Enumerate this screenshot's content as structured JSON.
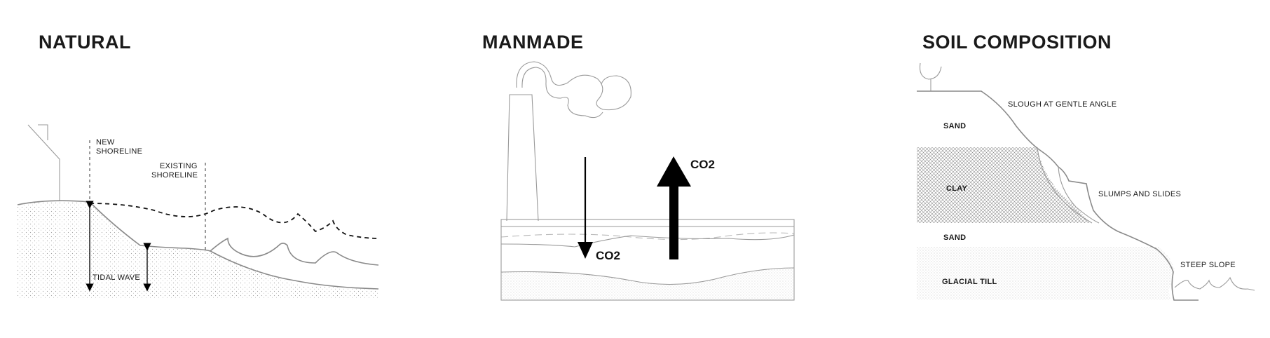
{
  "panels": {
    "natural": {
      "title": "NATURAL",
      "label_new_line1": "NEW",
      "label_new_line2": "SHORELINE",
      "label_existing_line1": "EXISTING",
      "label_existing_line2": "SHORELINE",
      "label_tidal": "TIDAL WAVE"
    },
    "manmade": {
      "title": "MANMADE",
      "label_co2_down": "CO2",
      "label_co2_up": "CO2"
    },
    "soil": {
      "title": "SOIL COMPOSITION",
      "label_slough": "SLOUGH AT GENTLE ANGLE",
      "label_sand_top": "SAND",
      "label_clay": "CLAY",
      "label_slumps": "SLUMPS AND SLIDES",
      "label_sand_mid": "SAND",
      "label_till": "GLACIAL TILL",
      "label_steep": "STEEP SLOPE"
    }
  },
  "colors": {
    "line_gray": "#8a8a8a",
    "text": "#1a1a1a",
    "arrow": "#000000"
  }
}
